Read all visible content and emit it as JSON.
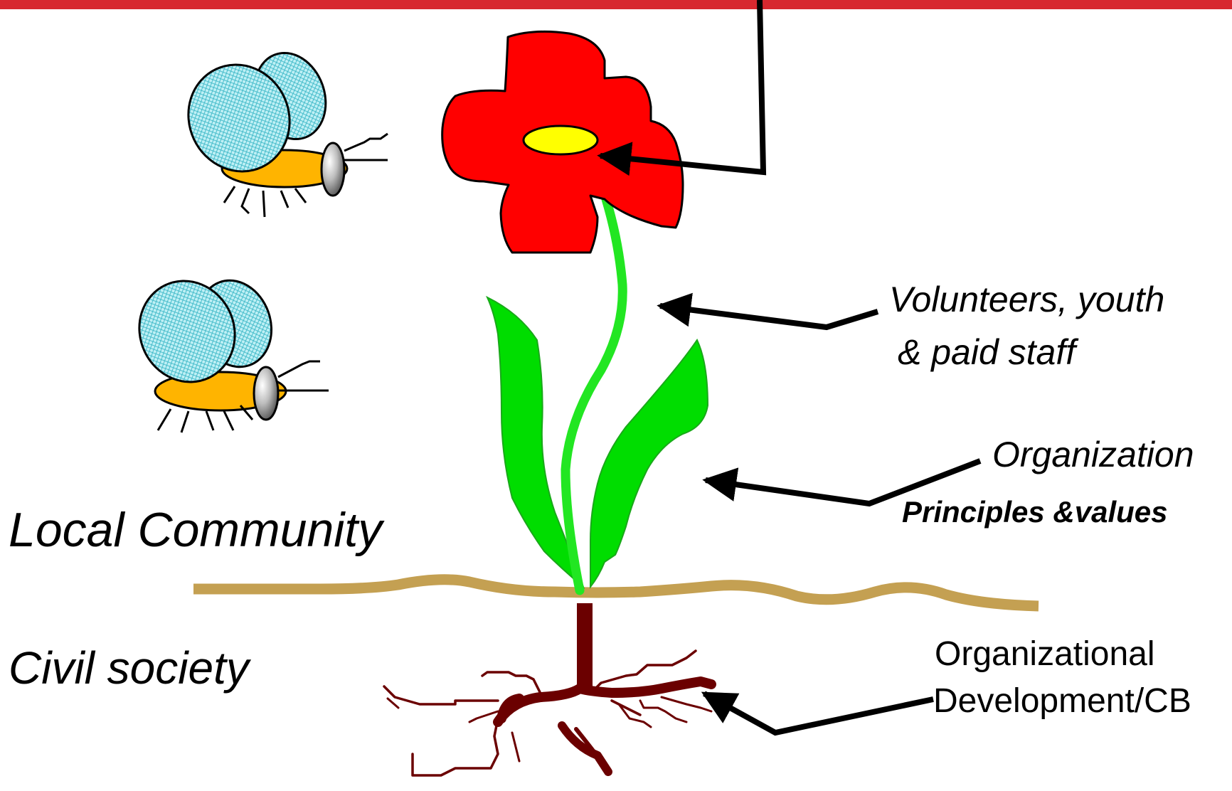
{
  "labels": {
    "local_community": "Local  Community",
    "civil_society": "Civil society",
    "volunteers_line1": "Volunteers, youth",
    "volunteers_line2": "& paid staff",
    "organization": "Organization",
    "principles": "Principles &values",
    "org_dev_line1": "Organizational",
    "org_dev_line2": "Development/CB"
  },
  "colors": {
    "top_bar": "#d7282f",
    "petals": "#ff0000",
    "flower_center": "#ffff00",
    "stem": "#22e622",
    "leaves": "#00dd00",
    "ground": "#c4a052",
    "roots": "#6b0000",
    "bee_body": "#ffb400",
    "bee_wings": "#bff0f5",
    "bee_head": "#9a9a9a"
  },
  "icons": {
    "bee": "bee-icon",
    "flower": "flower-icon"
  }
}
